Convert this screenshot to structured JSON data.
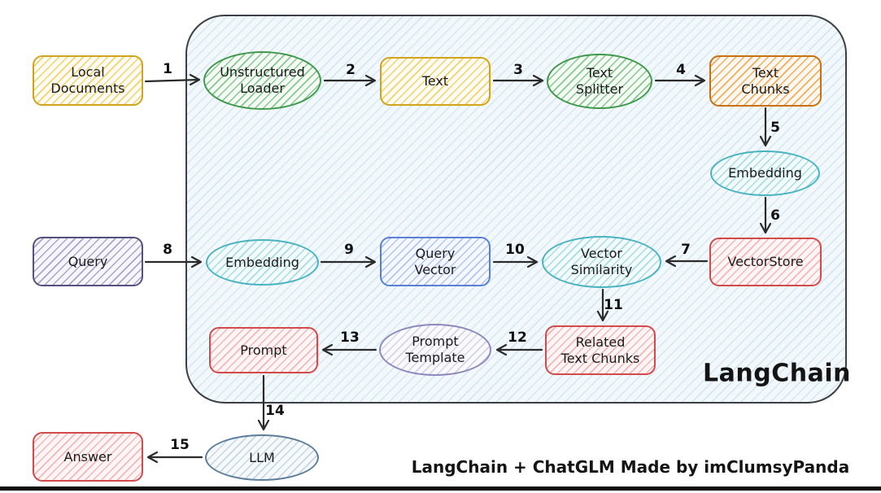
{
  "diagram": {
    "container_label": "LangChain",
    "caption": "LangChain + ChatGLM Made by imClumsyPanda"
  },
  "nodes": {
    "local_documents": {
      "label": "Local\nDocuments",
      "shape": "rect",
      "stroke": "#d2a31c"
    },
    "unstructured_loader": {
      "label": "Unstructured\nLoader",
      "shape": "ellipse",
      "stroke": "#3f9a4d"
    },
    "text": {
      "label": "Text",
      "shape": "rect",
      "stroke": "#d2a31c"
    },
    "text_splitter": {
      "label": "Text\nSplitter",
      "shape": "ellipse",
      "stroke": "#3f9a4d"
    },
    "text_chunks": {
      "label": "Text\nChunks",
      "shape": "rect",
      "stroke": "#c9700f"
    },
    "embedding_doc": {
      "label": "Embedding",
      "shape": "ellipse",
      "stroke": "#49b3c1"
    },
    "vectorstore": {
      "label": "VectorStore",
      "shape": "rect",
      "stroke": "#d34a4a"
    },
    "query": {
      "label": "Query",
      "shape": "rect",
      "stroke": "#55517e"
    },
    "embedding_query": {
      "label": "Embedding",
      "shape": "ellipse",
      "stroke": "#49b3c1"
    },
    "query_vector": {
      "label": "Query\nVector",
      "shape": "rect",
      "stroke": "#5a7fd6"
    },
    "vector_similarity": {
      "label": "Vector\nSimilarity",
      "shape": "ellipse",
      "stroke": "#49b3c1"
    },
    "related_text_chunks": {
      "label": "Related\nText Chunks",
      "shape": "rect",
      "stroke": "#d34a4a"
    },
    "prompt_template": {
      "label": "Prompt\nTemplate",
      "shape": "ellipse",
      "stroke": "#8d88bd"
    },
    "prompt": {
      "label": "Prompt",
      "shape": "rect",
      "stroke": "#d34a4a"
    },
    "llm": {
      "label": "LLM",
      "shape": "ellipse",
      "stroke": "#5d7d9c"
    },
    "answer": {
      "label": "Answer",
      "shape": "rect",
      "stroke": "#d34a4a"
    }
  },
  "edges": [
    {
      "label": "1",
      "from": "local_documents",
      "to": "unstructured_loader"
    },
    {
      "label": "2",
      "from": "unstructured_loader",
      "to": "text"
    },
    {
      "label": "3",
      "from": "text",
      "to": "text_splitter"
    },
    {
      "label": "4",
      "from": "text_splitter",
      "to": "text_chunks"
    },
    {
      "label": "5",
      "from": "text_chunks",
      "to": "embedding_doc"
    },
    {
      "label": "6",
      "from": "embedding_doc",
      "to": "vectorstore"
    },
    {
      "label": "7",
      "from": "vectorstore",
      "to": "vector_similarity"
    },
    {
      "label": "8",
      "from": "query",
      "to": "embedding_query"
    },
    {
      "label": "9",
      "from": "embedding_query",
      "to": "query_vector"
    },
    {
      "label": "10",
      "from": "query_vector",
      "to": "vector_similarity"
    },
    {
      "label": "11",
      "from": "vector_similarity",
      "to": "related_text_chunks"
    },
    {
      "label": "12",
      "from": "related_text_chunks",
      "to": "prompt_template"
    },
    {
      "label": "13",
      "from": "prompt_template",
      "to": "prompt"
    },
    {
      "label": "14",
      "from": "prompt",
      "to": "llm"
    },
    {
      "label": "15",
      "from": "llm",
      "to": "answer"
    }
  ],
  "palette": {
    "frame_fill": "#f2f8fb",
    "frame_stroke": "#3c4046",
    "arrow": "#2b2b2b",
    "yellow": "#d2a31c",
    "green": "#3f9a4d",
    "orange": "#c9700f",
    "cyan": "#49b3c1",
    "red": "#d34a4a",
    "purple": "#55517e",
    "blue": "#5a7fd6",
    "lavender": "#8d88bd",
    "slate": "#5d7d9c"
  }
}
